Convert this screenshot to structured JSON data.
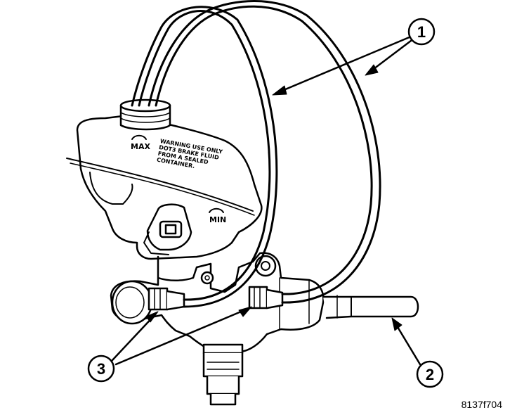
{
  "callouts": {
    "c1": "1",
    "c2": "2",
    "c3": "3"
  },
  "reservoir": {
    "max_label": "MAX",
    "min_label": "MIN",
    "warning_line1": "WARNING USE ONLY",
    "warning_line2": "DOT3 BRAKE FLUID",
    "warning_line3": "FROM A SEALED",
    "warning_line4": "CONTAINER."
  },
  "figure_ref": "8137f704",
  "colors": {
    "line": "#000000",
    "background": "#ffffff"
  }
}
